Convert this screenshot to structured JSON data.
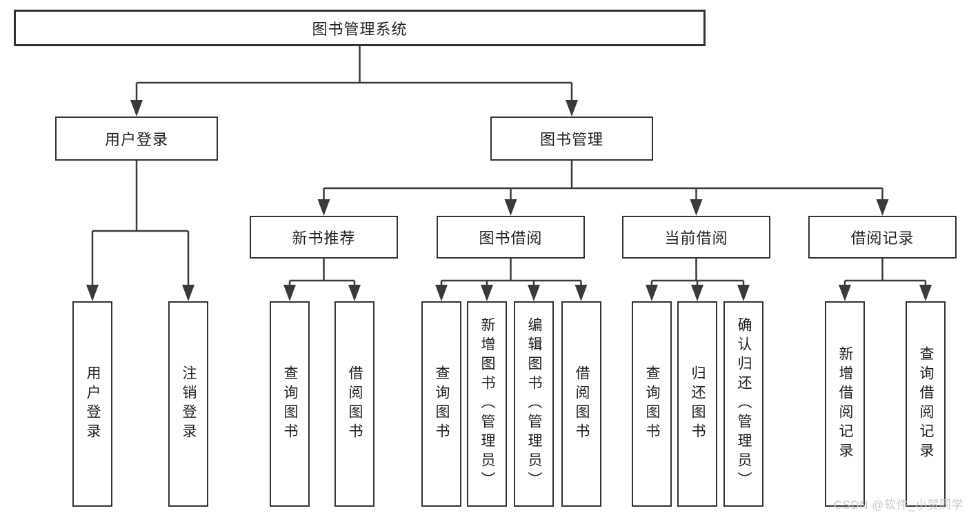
{
  "nodes": {
    "root": "图书管理系统",
    "user_login": "用户登录",
    "book_management": "图书管理",
    "new_book_recommendation": "新书推荐",
    "book_borrowing": "图书借阅",
    "current_borrowing": "当前借阅",
    "borrowing_records": "借阅记录",
    "leaves": [
      "用户登录",
      "注销登录",
      "查询图书",
      "借阅图书",
      "查询图书",
      "新增图书（管理员）",
      "编辑图书（管理员）",
      "借阅图书",
      "查询图书",
      "归还图书",
      "确认归还（管理员）",
      "新增借阅记录",
      "查询借阅记录"
    ]
  },
  "watermark": "CSDN @软件_小贺同学",
  "colors": {
    "background": "#ffffff",
    "box_border": "#333333",
    "line": "#3a3a3a",
    "text": "#1f1f1f",
    "watermark": "#c9c9c9"
  }
}
